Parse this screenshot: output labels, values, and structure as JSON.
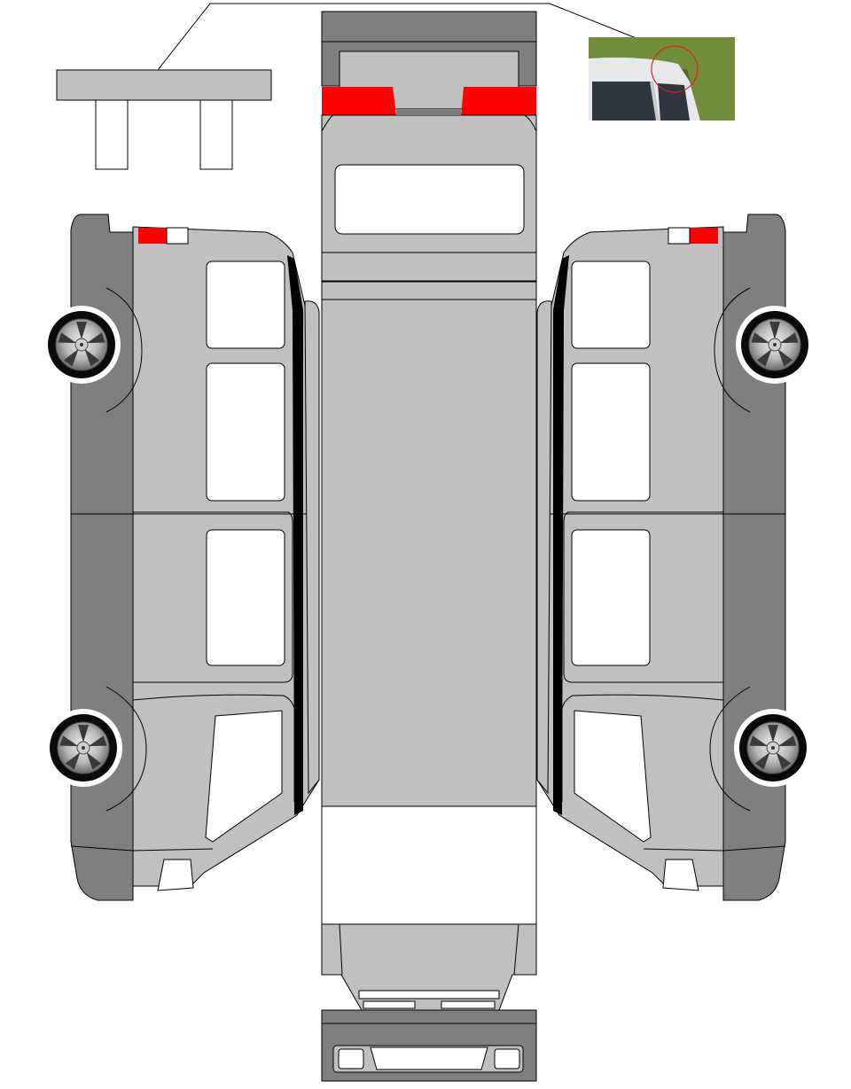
{
  "title": "",
  "icons": {
    "wheel": "alloy-wheel-icon",
    "photo": "roof-spoiler-reference-photo"
  },
  "colors": {
    "body_light": "#c0c0c0",
    "body_dark": "#7f7f7f",
    "lamp_red": "#ff0000",
    "window": "#ffffff",
    "outline": "#000000",
    "photo_circle": "#ff0000",
    "photo_foliage": "#4f6b2a"
  },
  "parts": [
    "roof-spoiler-part",
    "rear-face",
    "roof-panel",
    "hood-panel",
    "front-face",
    "left-side-panel",
    "right-side-panel",
    "reference-photo"
  ]
}
